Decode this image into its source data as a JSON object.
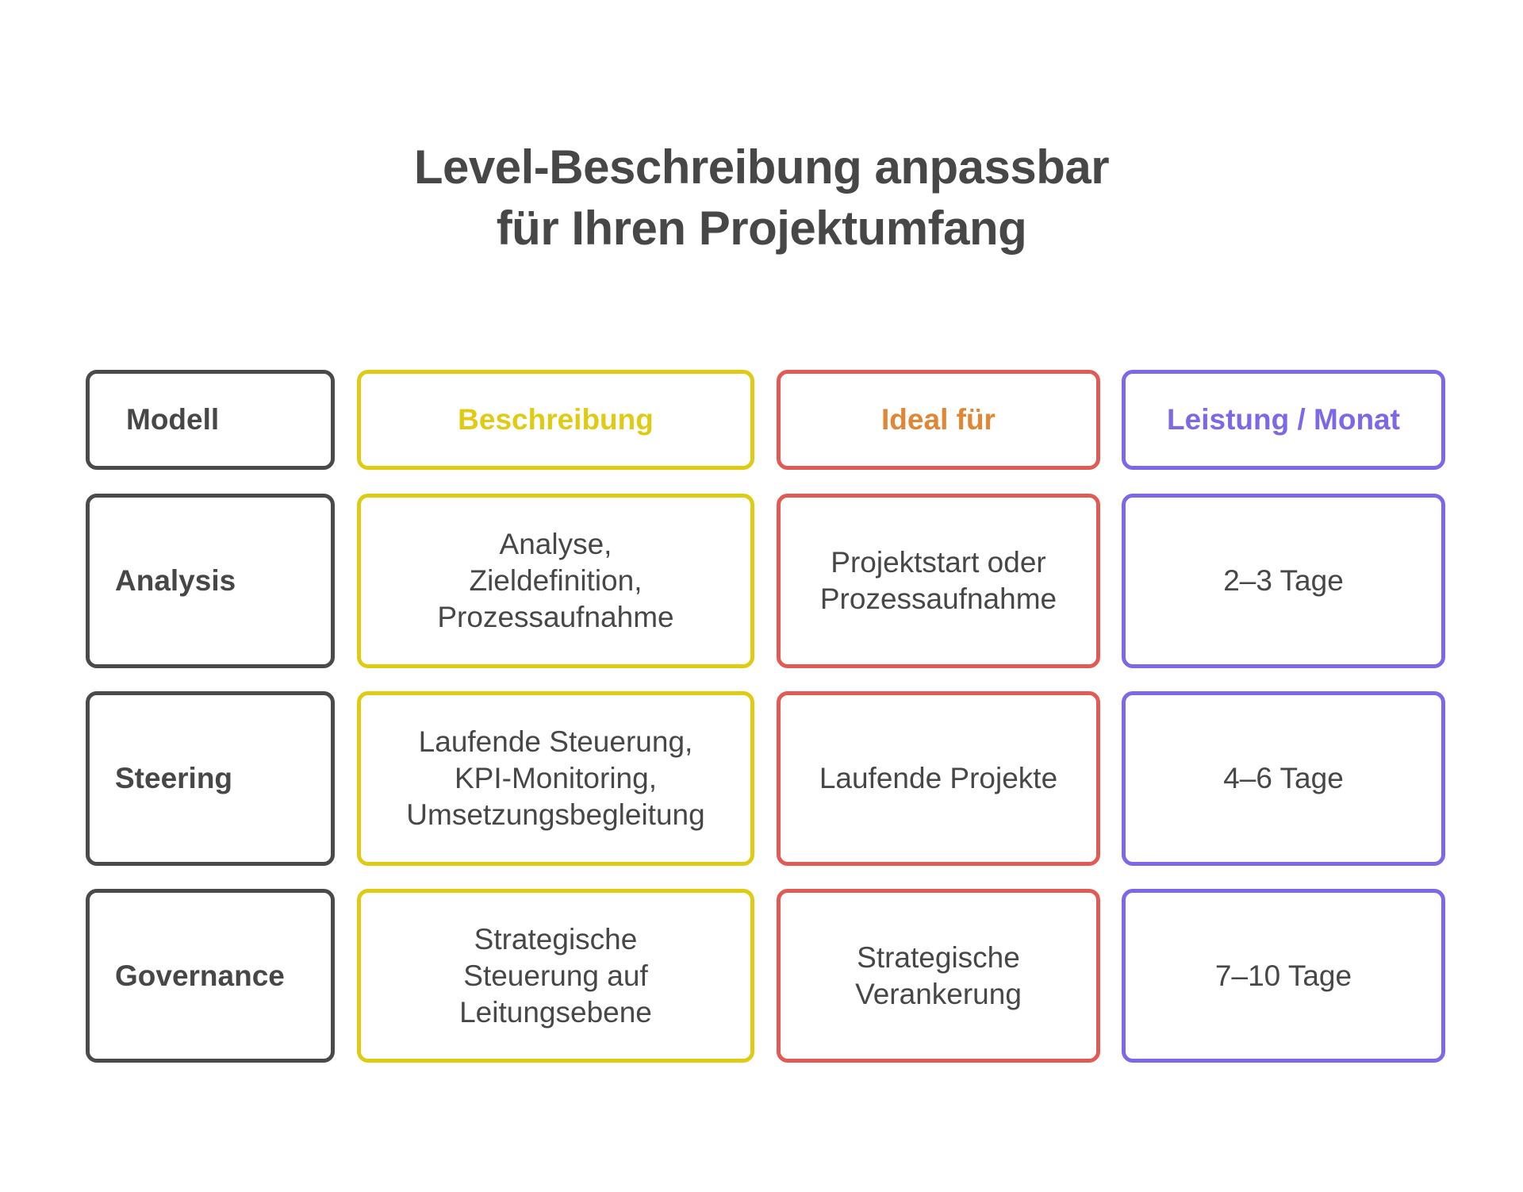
{
  "title": {
    "line1": "Level-Beschreibung anpassbar",
    "line2": "für Ihren Projektumfang"
  },
  "colors": {
    "text": "#474747",
    "modell_border": "#4a4a4a",
    "beschreibung": "#e0cb14",
    "ideal_border": "#e25a55",
    "ideal_text": "#e08634",
    "leistung": "#7f68e8"
  },
  "headers": {
    "modell": "Modell",
    "beschreibung": "Beschreibung",
    "ideal": "Ideal für",
    "leistung": "Leistung / Monat"
  },
  "rows": [
    {
      "modell": "Analysis",
      "beschreibung": [
        "Analyse,",
        "Zieldefinition,",
        "Prozessaufnahme"
      ],
      "ideal": [
        "Projektstart oder",
        "Prozessaufnahme"
      ],
      "leistung": "2–3 Tage"
    },
    {
      "modell": "Steering",
      "beschreibung": [
        "Laufende Steuerung,",
        "KPI-Monitoring,",
        "Umsetzungsbegleitung"
      ],
      "ideal": [
        "Laufende Projekte"
      ],
      "leistung": "4–6 Tage"
    },
    {
      "modell": "Governance",
      "beschreibung": [
        "Strategische",
        "Steuerung auf",
        "Leitungsebene"
      ],
      "ideal": [
        "Strategische",
        "Verankerung"
      ],
      "leistung": "7–10 Tage"
    }
  ]
}
